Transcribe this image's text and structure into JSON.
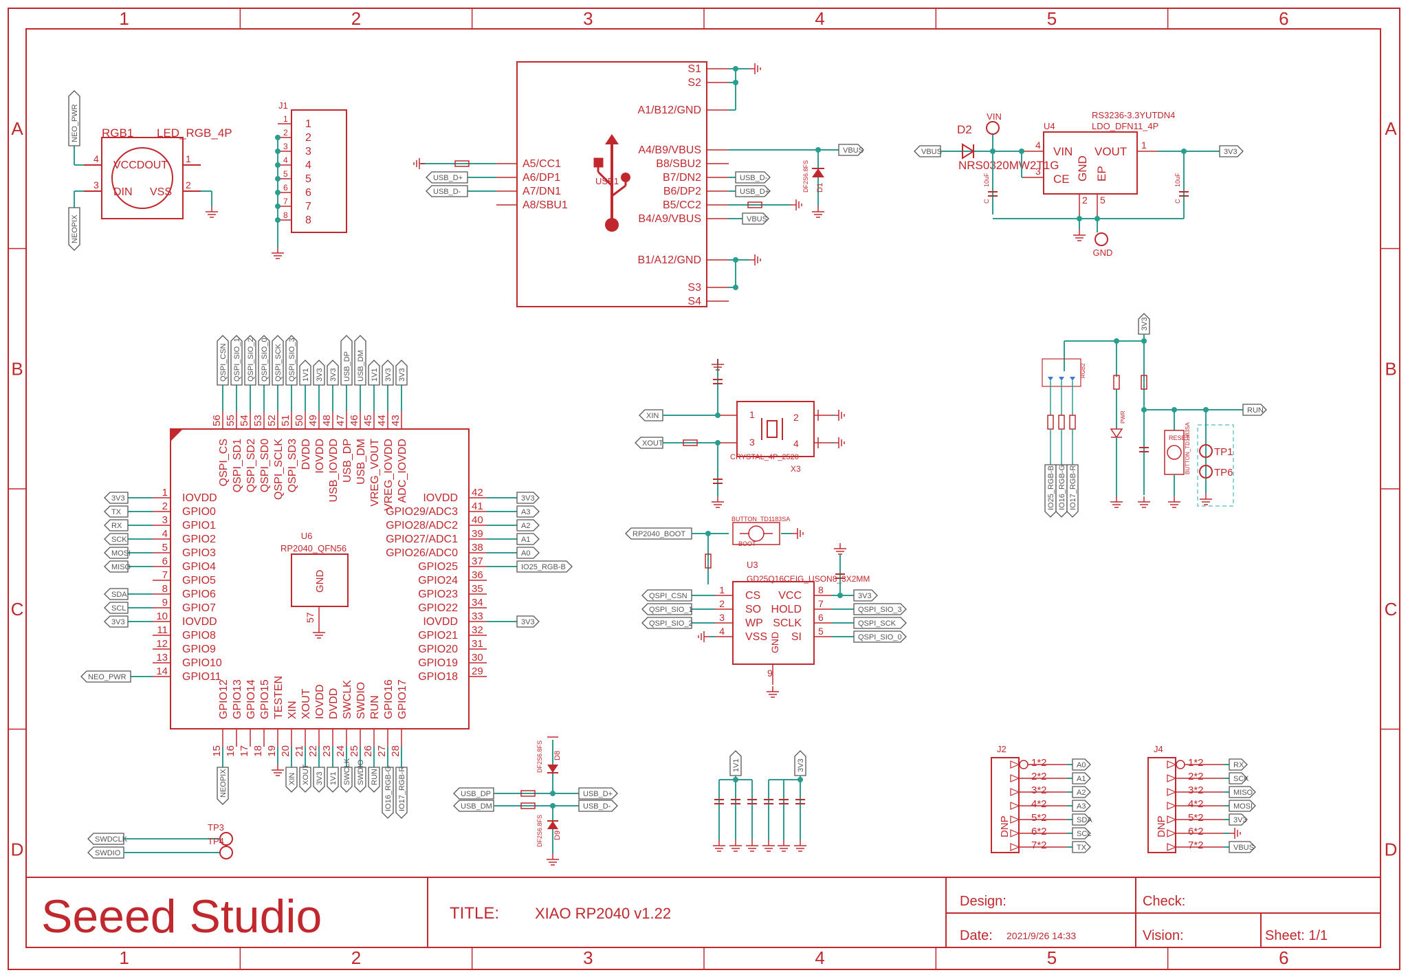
{
  "frame": {
    "columns": [
      "1",
      "2",
      "3",
      "4",
      "5",
      "6"
    ],
    "rows": [
      "A",
      "B",
      "C",
      "D"
    ]
  },
  "colors": {
    "symbol": "#c0282d",
    "wire": "#2a9d8f",
    "label": "#555555",
    "tp_box": "#6cc7cc"
  },
  "rgb_led": {
    "ref": "RGB1",
    "value": "LED_RGB_4P",
    "pins": [
      "VCCDOUT",
      "DIN",
      "VSS"
    ],
    "pin_nums": [
      "4",
      "3",
      "1",
      "2"
    ],
    "nets": [
      "NEO_PWR",
      "NEOPIX"
    ]
  },
  "j1": {
    "ref": "J1",
    "pins": [
      "1",
      "2",
      "3",
      "4",
      "5",
      "6",
      "7",
      "8"
    ]
  },
  "usb": {
    "ref": "USB1",
    "left_pins": [
      "A5/CC1",
      "A6/DP1",
      "A7/DN1",
      "A8/SBU1"
    ],
    "right_pins": [
      "S1",
      "S2",
      "A1/B12/GND",
      "A4/B9/VBUS",
      "B8/SBU2",
      "B7/DN2",
      "B6/DP2",
      "B5/CC2",
      "B4/A9/VBUS",
      "B1/A12/GND",
      "S3",
      "S4"
    ],
    "nets": [
      "USB_D+",
      "USB_D-",
      "VBUS",
      "USB_D-",
      "USB_D+",
      "VBUS"
    ],
    "tvs": "DF2S6.8FS",
    "tvs_ref": "D1"
  },
  "regulator": {
    "ref": "U4",
    "part": "RS3236-3.3YUTDN4",
    "package": "LDO_DFN11_4P",
    "pins": [
      "VIN",
      "VOUT",
      "CE",
      "GND",
      "EP"
    ],
    "pin_nums": [
      "4",
      "1",
      "3",
      "2",
      "5"
    ],
    "diode_ref": "D2",
    "diode_part": "NRS0320MW2T1G",
    "nets": [
      "VBUS",
      "VIN",
      "3V3",
      "GND"
    ],
    "caps": [
      "C",
      "10uF",
      "C",
      "10uF"
    ]
  },
  "mcu": {
    "ref": "U6",
    "part": "RP2040_QFN56",
    "center": "GND",
    "gnd_pin": "57",
    "left_pins": [
      "IOVDD",
      "GPIO0",
      "GPIO1",
      "GPIO2",
      "GPIO3",
      "GPIO4",
      "GPIO5",
      "GPIO6",
      "GPIO7",
      "IOVDD",
      "GPIO8",
      "GPIO9",
      "GPIO10",
      "GPIO11"
    ],
    "left_nums": [
      "1",
      "2",
      "3",
      "4",
      "5",
      "6",
      "7",
      "8",
      "9",
      "10",
      "11",
      "12",
      "13",
      "14"
    ],
    "left_nets": [
      "3V3",
      "TX",
      "RX",
      "SCK",
      "MOSI",
      "MISO",
      "",
      "SDA",
      "SCL",
      "3V3",
      "",
      "",
      "",
      "NEO_PWR"
    ],
    "right_pins": [
      "IOVDD",
      "GPIO29/ADC3",
      "GPIO28/ADC2",
      "GPIO27/ADC1",
      "GPIO26/ADC0",
      "GPIO25",
      "GPIO24",
      "GPIO23",
      "GPIO22",
      "IOVDD",
      "GPIO21",
      "GPIO20",
      "GPIO19",
      "GPIO18"
    ],
    "right_nums": [
      "42",
      "41",
      "40",
      "39",
      "38",
      "37",
      "36",
      "35",
      "34",
      "33",
      "32",
      "31",
      "30",
      "29"
    ],
    "right_nets": [
      "3V3",
      "A3",
      "A2",
      "A1",
      "A0",
      "IO25_RGB-B",
      "",
      "",
      "",
      "3V3",
      "",
      "",
      "",
      ""
    ],
    "top_pins": [
      "QSPI_CS",
      "QSPI_SD1",
      "QSPI_SD2",
      "QSPI_SD0",
      "QSPI_SCLK",
      "QSPI_SD3",
      "DVDD",
      "IOVDD",
      "USB_IOVDD",
      "USB_DP",
      "USB_DM",
      "VREG_VOUT",
      "VREG_IOVDD",
      "ADC_IOVDD"
    ],
    "top_nums": [
      "56",
      "55",
      "54",
      "53",
      "52",
      "51",
      "50",
      "49",
      "48",
      "47",
      "46",
      "45",
      "44",
      "43"
    ],
    "top_nets": [
      "QSPI_CSN",
      "QSPI_SIO_1",
      "QSPI_SIO_2",
      "QSPI_SIO_0",
      "QSPI_SCK",
      "QSPI_SIO_3",
      "1V1",
      "3V3",
      "3V3",
      "USB_DP",
      "USB_DM",
      "1V1",
      "3V3",
      "3V3"
    ],
    "bottom_pins": [
      "GPIO12",
      "GPIO13",
      "GPIO14",
      "GPIO15",
      "TESTEN",
      "XIN",
      "XOUT",
      "IOVDD",
      "DVDD",
      "SWCLK",
      "SWDIO",
      "RUN",
      "GPIO16",
      "GPIO17"
    ],
    "bottom_nums": [
      "15",
      "16",
      "17",
      "18",
      "19",
      "20",
      "21",
      "22",
      "23",
      "24",
      "25",
      "26",
      "27",
      "28"
    ],
    "bottom_nets": [
      "NEOPIX",
      "",
      "",
      "",
      "",
      "XIN",
      "XOUT",
      "3V3",
      "1V1",
      "SWCLK",
      "SWDIO",
      "RUN",
      "IO16_RGB-G",
      "IO17_RGB-R"
    ]
  },
  "crystal": {
    "ref": "X3",
    "part": "CRYSTAL_4P_2520",
    "nets": [
      "XIN",
      "XOUT"
    ],
    "pins": [
      "1",
      "2",
      "3",
      "4"
    ]
  },
  "flash": {
    "ref": "U3",
    "part": "GD25Q16CEIG_USON8_3X2MM",
    "left_pins": [
      "CS",
      "SO",
      "WP",
      "VSS"
    ],
    "left_nums": [
      "1",
      "2",
      "3",
      "4"
    ],
    "right_pins": [
      "VCC",
      "HOLD",
      "SCLK",
      "SI"
    ],
    "right_nums": [
      "8",
      "7",
      "6",
      "5"
    ],
    "center": "GND",
    "gnd_pin": "9",
    "left_nets": [
      "QSPI_CSN",
      "QSPI_SIO_1",
      "QSPI_SIO_2"
    ],
    "right_nets": [
      "3V3",
      "QSPI_SIO_3",
      "QSPI_SCK",
      "QSPI_SIO_0"
    ]
  },
  "boot": {
    "net": "RP2040_BOOT",
    "part": "BUTTON_TD1183SA",
    "ref": "BOOT"
  },
  "reset": {
    "part": "BUTTON_TD1183SA",
    "ref": "RESET",
    "net_top": "3V3",
    "net_run": "RUN",
    "tps": [
      "TP1",
      "TP6"
    ],
    "led_ref": "RGB2",
    "pwr_led": "PWR",
    "nets": [
      "IO25_RGB-B",
      "IO16_RGB-G",
      "IO17_RGB-R"
    ]
  },
  "usb_esd": {
    "nets_left": [
      "USB_DP",
      "USB_DM"
    ],
    "nets_right": [
      "USB_D+",
      "USB_D-"
    ],
    "tvs": "DF2S6.8FS",
    "refs": [
      "D8",
      "D9"
    ]
  },
  "decoupling": {
    "nets": [
      "1V1",
      "3V3"
    ]
  },
  "swd": {
    "nets": [
      "SWDCLK",
      "SWDIO"
    ],
    "tps": [
      "TP3",
      "TP4"
    ]
  },
  "j2": {
    "ref": "J2",
    "label": "DNP",
    "pins": [
      "1*2",
      "2*2",
      "3*2",
      "4*2",
      "5*2",
      "6*2",
      "7*2"
    ],
    "nets": [
      "A0",
      "A1",
      "A2",
      "A3",
      "SDA",
      "SCL",
      "TX"
    ]
  },
  "j4": {
    "ref": "J4",
    "label": "DNP",
    "pins": [
      "1*2",
      "2*2",
      "3*2",
      "4*2",
      "5*2",
      "6*2",
      "7*2"
    ],
    "nets": [
      "RX",
      "SCK",
      "MISO",
      "MOSI",
      "3V3",
      "",
      "VBUS"
    ]
  },
  "title_block": {
    "company": "Seeed Studio",
    "title_label": "TITLE:",
    "title_value": "XIAO RP2040 v1.22",
    "design_label": "Design:",
    "check_label": "Check:",
    "date_label": "Date:",
    "date_value": "2021/9/26 14:33",
    "vision_label": "Vision:",
    "sheet_label": "Sheet: 1/1"
  }
}
